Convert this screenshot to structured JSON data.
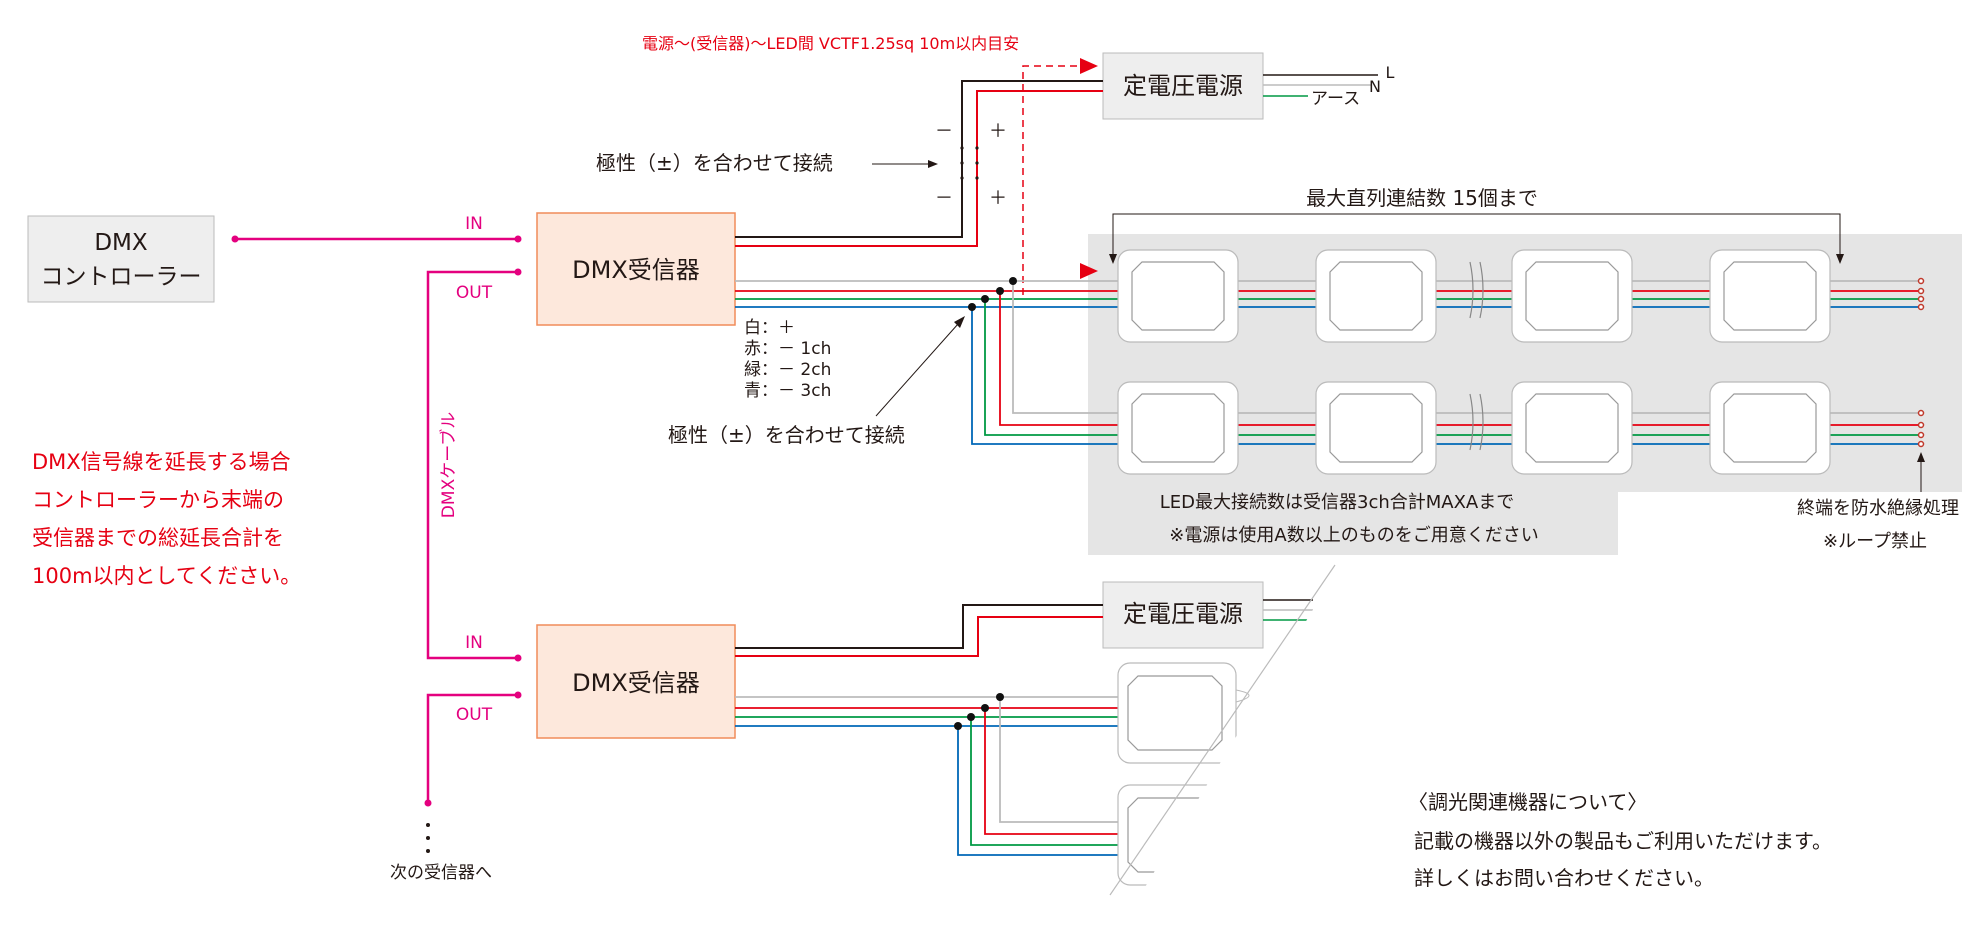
{
  "colors": {
    "magenta": "#e4007f",
    "red_label": "#e60012",
    "black_wire": "#231815",
    "red_wire": "#e60012",
    "green_wire": "#009944",
    "blue_wire": "#0068b7",
    "white_wire": "#bbbbbb",
    "receiver_fill": "#fde8dc",
    "receiver_stroke": "#f08c5a",
    "psu_fill": "#eeeeee",
    "panel_fill": "#e5e5e5"
  },
  "controller": {
    "line1": "DMX",
    "line2": "コントローラー"
  },
  "receiver_top": {
    "label": "DMX受信器"
  },
  "receiver_bottom": {
    "label": "DMX受信器"
  },
  "psu_top": {
    "label": "定電圧電源"
  },
  "psu_bottom": {
    "label": "定電圧電源"
  },
  "ports": {
    "in": "IN",
    "out": "OUT"
  },
  "cable_label": "DMXケーブル",
  "next_receiver": "次の受信器へ",
  "top_note": "電源～(受信器)～LED間  VCTF1.25sq 10m以内目安",
  "mains": {
    "l": "L",
    "n": "N",
    "earth": "アース"
  },
  "polarity": {
    "minus": "－",
    "plus": "＋"
  },
  "polarity_note_top": "極性（±）を合わせて接続",
  "polarity_note_mid": "極性（±）を合わせて接続",
  "wire_legend": [
    "白：＋",
    "赤：－ 1ch",
    "緑：－ 2ch",
    "青：－ 3ch"
  ],
  "max_series": "最大直列連結数 15個まで",
  "led_note1": "LED最大接続数は受信器3ch合計MAXAまで",
  "led_note2": "※電源は使用A数以上のものをご用意ください",
  "terminal_note1": "終端を防水絶縁処理",
  "terminal_note2": "※ループ禁止",
  "left_note": [
    "DMX信号線を延長する場合",
    "コントローラーから末端の",
    "受信器までの総延長合計を",
    "100m以内としてください。"
  ],
  "related": [
    "〈調光関連機器について〉",
    "記載の機器以外の製品もご利用いただけます。",
    "詳しくはお問い合わせください。"
  ]
}
